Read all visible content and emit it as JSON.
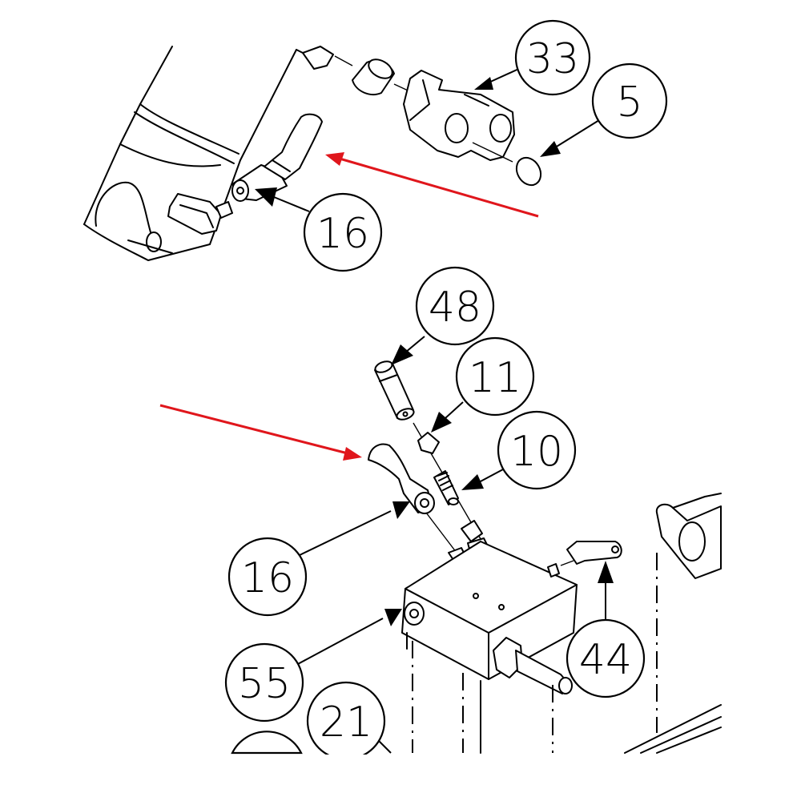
{
  "callouts": {
    "c33": "33",
    "c5": "5",
    "c16_top": "16",
    "c48": "48",
    "c11": "11",
    "c10": "10",
    "c16_bottom": "16",
    "c55": "55",
    "c44": "44",
    "c21": "21"
  },
  "colors": {
    "line": "#000000",
    "indicator_arrow": "#e0161c",
    "background": "#ffffff"
  }
}
